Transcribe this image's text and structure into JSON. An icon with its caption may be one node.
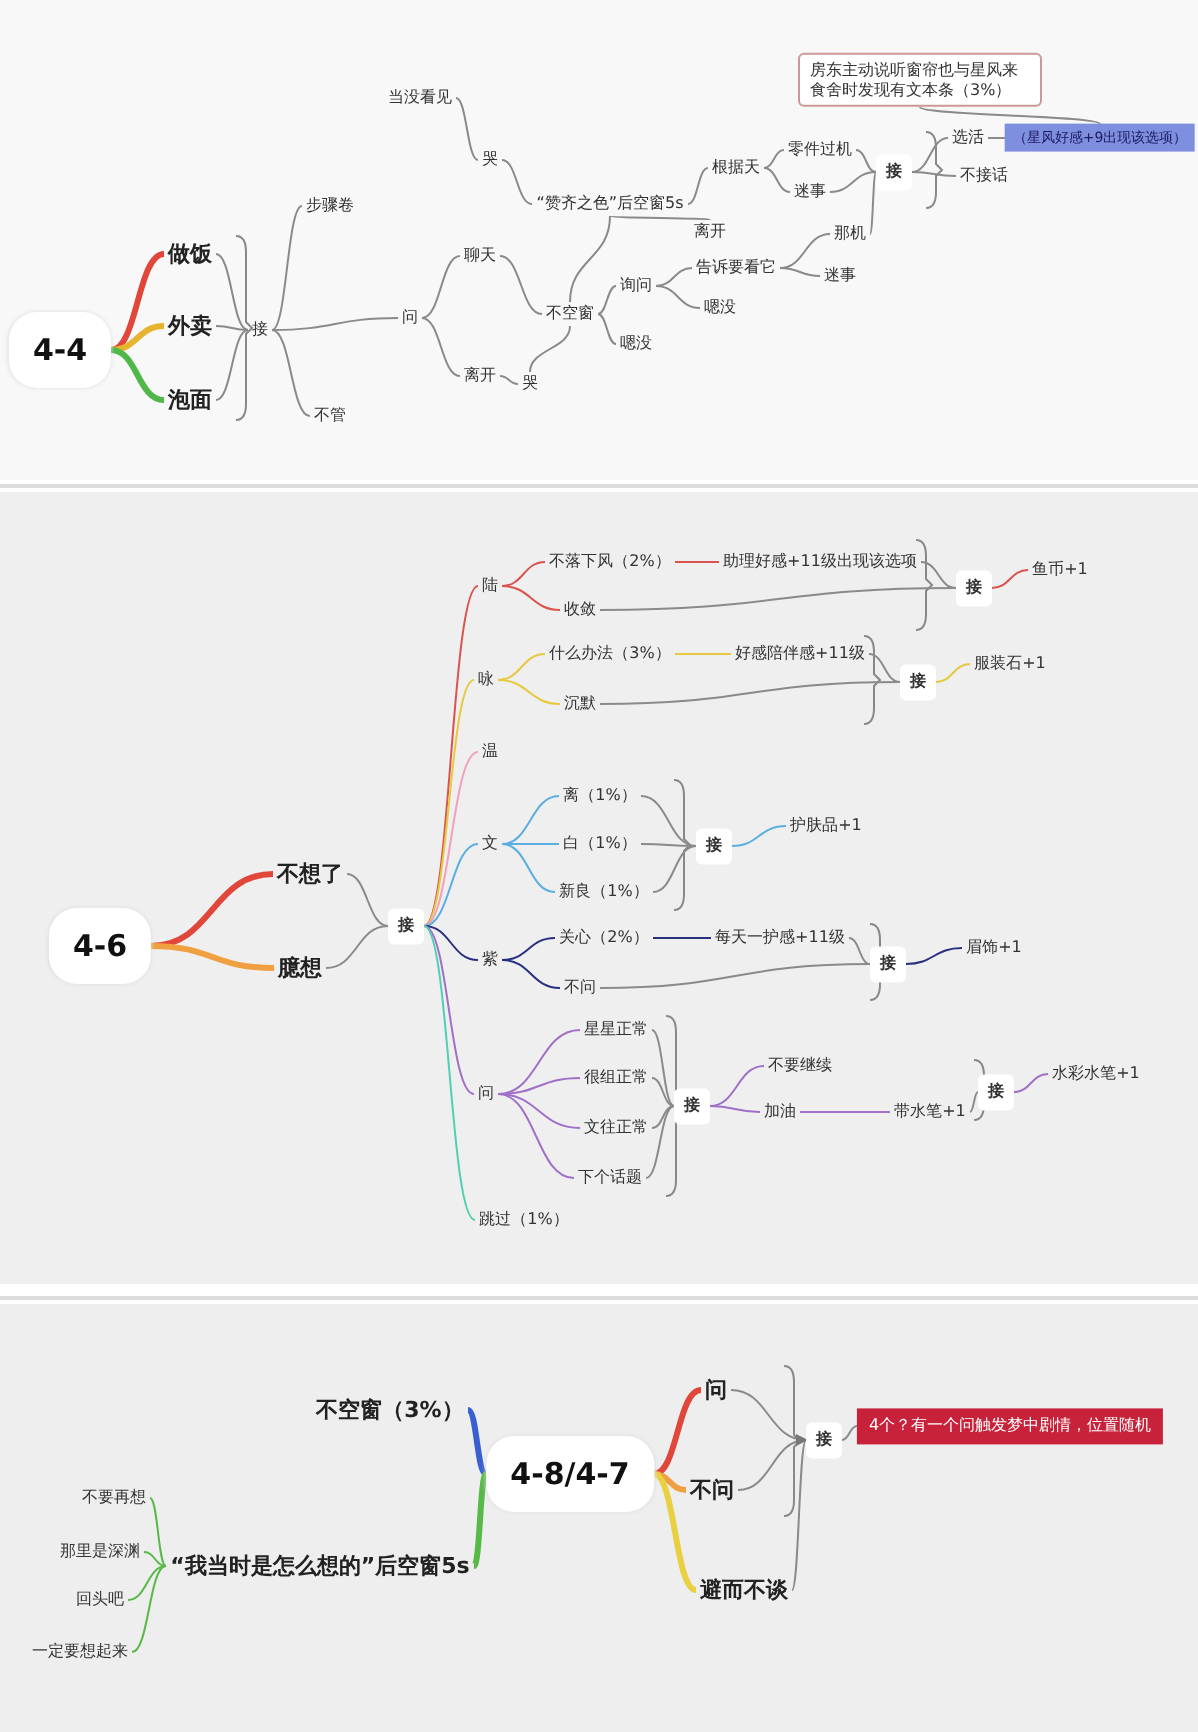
{
  "diagram": {
    "nodes": [
      {
        "text": [
          "4-4"
        ]
      },
      {
        "text": [
          "做饭"
        ]
      },
      {
        "text": [
          "外卖"
        ]
      },
      {
        "text": [
          "泡面"
        ]
      },
      {
        "text": [
          "接"
        ]
      },
      {
        "text": [
          "步骤卷"
        ]
      },
      {
        "text": [
          "不管"
        ]
      },
      {
        "text": [
          "当没看见"
        ]
      },
      {
        "text": [
          "哭"
        ]
      },
      {
        "text": [
          "问"
        ]
      },
      {
        "text": [
          "聊天"
        ]
      },
      {
        "text": [
          "离开"
        ]
      },
      {
        "text": [
          "哭"
        ]
      },
      {
        "text": [
          "不空窗"
        ]
      },
      {
        "text": [
          "“赞齐之色”后空窗5s"
        ]
      },
      {
        "text": [
          "根据天"
        ]
      },
      {
        "text": [
          "离开"
        ]
      },
      {
        "text": [
          "询问"
        ]
      },
      {
        "text": [
          "告诉要看它"
        ]
      },
      {
        "text": [
          "嗯没"
        ]
      },
      {
        "text": [
          "嗯没"
        ]
      },
      {
        "text": [
          "零件过机"
        ]
      },
      {
        "text": [
          "迷事"
        ]
      },
      {
        "text": [
          "那机"
        ]
      },
      {
        "text": [
          "迷事"
        ]
      },
      {
        "text": [
          "接"
        ]
      },
      {
        "text": [
          "选活"
        ]
      },
      {
        "text": [
          "不接话"
        ]
      },
      {
        "text": [
          "房东主动说听窗帘也与星风来食舍时发现有文本条（3%）"
        ]
      },
      {
        "text": [
          "（星风好感+9出现该选项）"
        ]
      },
      {
        "text": [
          "4-6"
        ]
      },
      {
        "text": [
          "不想了"
        ]
      },
      {
        "text": [
          "臆想"
        ]
      },
      {
        "text": [
          "接"
        ]
      },
      {
        "text": [
          "陆"
        ]
      },
      {
        "text": [
          "咏"
        ]
      },
      {
        "text": [
          "温"
        ]
      },
      {
        "text": [
          "文"
        ]
      },
      {
        "text": [
          "紫"
        ]
      },
      {
        "text": [
          "问"
        ]
      },
      {
        "text": [
          "跳过（1%）"
        ]
      },
      {
        "text": [
          "不落下风（2%）"
        ]
      },
      {
        "text": [
          "收敛"
        ]
      },
      {
        "text": [
          "什么办法（3%）"
        ]
      },
      {
        "text": [
          "沉默"
        ]
      },
      {
        "text": [
          "离（1%）"
        ]
      },
      {
        "text": [
          "白（1%）"
        ]
      },
      {
        "text": [
          "新良（1%）"
        ]
      },
      {
        "text": [
          "关心（2%）"
        ]
      },
      {
        "text": [
          "不问"
        ]
      },
      {
        "text": [
          "星星正常"
        ]
      },
      {
        "text": [
          "很组正常"
        ]
      },
      {
        "text": [
          "文往正常"
        ]
      },
      {
        "text": [
          "下个话题"
        ]
      },
      {
        "text": [
          "助理好感+11级出现该选项"
        ]
      },
      {
        "text": [
          "好感陪伴感+11级"
        ]
      },
      {
        "text": [
          "每天一护感+11级"
        ]
      },
      {
        "text": [
          "接"
        ]
      },
      {
        "text": [
          "接"
        ]
      },
      {
        "text": [
          "接"
        ]
      },
      {
        "text": [
          "接"
        ]
      },
      {
        "text": [
          "接"
        ]
      },
      {
        "text": [
          "鱼币+1"
        ]
      },
      {
        "text": [
          "服装石+1"
        ]
      },
      {
        "text": [
          "护肤品+1"
        ]
      },
      {
        "text": [
          "眉饰+1"
        ]
      },
      {
        "text": [
          "不要继续"
        ]
      },
      {
        "text": [
          "加油"
        ]
      },
      {
        "text": [
          "带水笔+1"
        ]
      },
      {
        "text": [
          "接"
        ]
      },
      {
        "text": [
          "水彩水笔+1"
        ]
      },
      {
        "text": [
          "4-8/4-7"
        ]
      },
      {
        "text": [
          "不空窗（3%）"
        ]
      },
      {
        "text": [
          "“我当时是怎么想的”后空窗5s"
        ]
      },
      {
        "text": [
          "不要再想"
        ]
      },
      {
        "text": [
          "那里是深渊"
        ]
      },
      {
        "text": [
          "回头吧"
        ]
      },
      {
        "text": [
          "一定要想起来"
        ]
      },
      {
        "text": [
          "问"
        ]
      },
      {
        "text": [
          "不问"
        ]
      },
      {
        "text": [
          "避而不谈"
        ]
      },
      {
        "text": [
          "接"
        ]
      },
      {
        "text": [
          "4个？有一个问触发梦中剧情，位置随机"
        ]
      }
    ],
    "edges": [
      {
        "from": 0,
        "to": 1,
        "arrow": "none",
        "style": "thick",
        "color": "#e0473a"
      },
      {
        "from": 0,
        "to": 2,
        "arrow": "none",
        "style": "thick",
        "color": "#e8b430"
      },
      {
        "from": 0,
        "to": 3,
        "arrow": "none",
        "style": "thick",
        "color": "#4fb848"
      },
      {
        "from": 1,
        "to": 4,
        "arrow": "none"
      },
      {
        "from": 2,
        "to": 4,
        "arrow": "none"
      },
      {
        "from": 3,
        "to": 4,
        "arrow": "none"
      },
      {
        "from": 4,
        "to": 5,
        "arrow": "none"
      },
      {
        "from": 4,
        "to": 6,
        "arrow": "none"
      },
      {
        "from": 4,
        "to": 9,
        "arrow": "none"
      },
      {
        "from": 9,
        "to": 10,
        "arrow": "none"
      },
      {
        "from": 9,
        "to": 11,
        "arrow": "none"
      },
      {
        "from": 11,
        "to": 12,
        "arrow": "none"
      },
      {
        "from": 10,
        "to": 13,
        "arrow": "none"
      },
      {
        "from": 12,
        "to": 13,
        "arrow": "none"
      },
      {
        "from": 13,
        "to": 14,
        "arrow": "none"
      },
      {
        "from": 14,
        "to": 8,
        "arrow": "none"
      },
      {
        "from": 8,
        "to": 7,
        "arrow": "none"
      },
      {
        "from": 14,
        "to": 15,
        "arrow": "none"
      },
      {
        "from": 14,
        "to": 16,
        "arrow": "none"
      },
      {
        "from": 13,
        "to": 17,
        "arrow": "none"
      },
      {
        "from": 13,
        "to": 20,
        "arrow": "none"
      },
      {
        "from": 17,
        "to": 18,
        "arrow": "none"
      },
      {
        "from": 17,
        "to": 19,
        "arrow": "none"
      },
      {
        "from": 15,
        "to": 21,
        "arrow": "none"
      },
      {
        "from": 15,
        "to": 22,
        "arrow": "none"
      },
      {
        "from": 18,
        "to": 23,
        "arrow": "none"
      },
      {
        "from": 18,
        "to": 24,
        "arrow": "none"
      },
      {
        "from": 23,
        "to": 25,
        "arrow": "none"
      },
      {
        "from": 21,
        "to": 25,
        "arrow": "none"
      },
      {
        "from": 22,
        "to": 25,
        "arrow": "none"
      },
      {
        "from": 25,
        "to": 26,
        "arrow": "none"
      },
      {
        "from": 25,
        "to": 27,
        "arrow": "none"
      },
      {
        "from": 28,
        "to": 29,
        "arrow": "none"
      },
      {
        "from": 26,
        "to": 29,
        "arrow": "none"
      },
      {
        "from": 30,
        "to": 31,
        "arrow": "none",
        "style": "thick",
        "color": "#e0473a"
      },
      {
        "from": 30,
        "to": 32,
        "arrow": "none",
        "style": "thick",
        "color": "#f0a040"
      },
      {
        "from": 31,
        "to": 33,
        "arrow": "none"
      },
      {
        "from": 32,
        "to": 33,
        "arrow": "none"
      },
      {
        "from": 33,
        "to": 34,
        "arrow": "none",
        "color": "#d9534f"
      },
      {
        "from": 33,
        "to": 35,
        "arrow": "none",
        "color": "#e8c840"
      },
      {
        "from": 33,
        "to": 36,
        "arrow": "none",
        "color": "#f0a0c0"
      },
      {
        "from": 33,
        "to": 37,
        "arrow": "none",
        "color": "#5aaee0"
      },
      {
        "from": 33,
        "to": 38,
        "arrow": "none",
        "color": "#2a2f80"
      },
      {
        "from": 33,
        "to": 39,
        "arrow": "none",
        "color": "#a070c8"
      },
      {
        "from": 33,
        "to": 40,
        "arrow": "none",
        "color": "#50d0b0"
      },
      {
        "from": 34,
        "to": 41,
        "arrow": "none",
        "color": "#d9534f"
      },
      {
        "from": 34,
        "to": 42,
        "arrow": "none",
        "color": "#d9534f"
      },
      {
        "from": 35,
        "to": 43,
        "arrow": "none",
        "color": "#e8c840"
      },
      {
        "from": 35,
        "to": 44,
        "arrow": "none",
        "color": "#e8c840"
      },
      {
        "from": 37,
        "to": 45,
        "arrow": "none",
        "color": "#5aaee0"
      },
      {
        "from": 37,
        "to": 46,
        "arrow": "none",
        "color": "#5aaee0"
      },
      {
        "from": 37,
        "to": 47,
        "arrow": "none",
        "color": "#5aaee0"
      },
      {
        "from": 38,
        "to": 48,
        "arrow": "none",
        "color": "#2a2f80"
      },
      {
        "from": 38,
        "to": 49,
        "arrow": "none",
        "color": "#2a2f80"
      },
      {
        "from": 39,
        "to": 50,
        "arrow": "none",
        "color": "#a070c8"
      },
      {
        "from": 39,
        "to": 51,
        "arrow": "none",
        "color": "#a070c8"
      },
      {
        "from": 39,
        "to": 52,
        "arrow": "none",
        "color": "#a070c8"
      },
      {
        "from": 39,
        "to": 53,
        "arrow": "none",
        "color": "#a070c8"
      },
      {
        "from": 41,
        "to": 54,
        "arrow": "none",
        "color": "#d9534f"
      },
      {
        "from": 43,
        "to": 55,
        "arrow": "none",
        "color": "#e8c840"
      },
      {
        "from": 48,
        "to": 56,
        "arrow": "none",
        "color": "#2a2f80"
      },
      {
        "from": 54,
        "to": 57,
        "arrow": "none"
      },
      {
        "from": 42,
        "to": 57,
        "arrow": "none"
      },
      {
        "from": 55,
        "to": 58,
        "arrow": "none"
      },
      {
        "from": 44,
        "to": 58,
        "arrow": "none"
      },
      {
        "from": 45,
        "to": 59,
        "arrow": "none"
      },
      {
        "from": 46,
        "to": 59,
        "arrow": "none"
      },
      {
        "from": 47,
        "to": 59,
        "arrow": "none"
      },
      {
        "from": 56,
        "to": 60,
        "arrow": "none"
      },
      {
        "from": 49,
        "to": 60,
        "arrow": "none"
      },
      {
        "from": 50,
        "to": 61,
        "arrow": "none"
      },
      {
        "from": 51,
        "to": 61,
        "arrow": "none"
      },
      {
        "from": 52,
        "to": 61,
        "arrow": "none"
      },
      {
        "from": 53,
        "to": 61,
        "arrow": "none"
      },
      {
        "from": 57,
        "to": 62,
        "arrow": "none",
        "color": "#d9534f"
      },
      {
        "from": 58,
        "to": 63,
        "arrow": "none",
        "color": "#e8c840"
      },
      {
        "from": 59,
        "to": 64,
        "arrow": "none",
        "color": "#5aaee0"
      },
      {
        "from": 60,
        "to": 65,
        "arrow": "none",
        "color": "#2a2f80"
      },
      {
        "from": 61,
        "to": 66,
        "arrow": "none",
        "color": "#a070c8"
      },
      {
        "from": 61,
        "to": 67,
        "arrow": "none",
        "color": "#a070c8"
      },
      {
        "from": 67,
        "to": 68,
        "arrow": "none",
        "color": "#a070c8"
      },
      {
        "from": 68,
        "to": 69,
        "arrow": "none"
      },
      {
        "from": 69,
        "to": 70,
        "arrow": "none",
        "color": "#a070c8"
      },
      {
        "from": 71,
        "to": 72,
        "arrow": "none",
        "style": "thick",
        "color": "#3a5fd0"
      },
      {
        "from": 71,
        "to": 73,
        "arrow": "none",
        "style": "thick",
        "color": "#58b848"
      },
      {
        "from": 73,
        "to": 74,
        "arrow": "none",
        "color": "#58b848"
      },
      {
        "from": 73,
        "to": 75,
        "arrow": "none",
        "color": "#58b848"
      },
      {
        "from": 73,
        "to": 76,
        "arrow": "none",
        "color": "#58b848"
      },
      {
        "from": 73,
        "to": 77,
        "arrow": "none",
        "color": "#58b848"
      },
      {
        "from": 71,
        "to": 78,
        "arrow": "none",
        "style": "thick",
        "color": "#e0473a"
      },
      {
        "from": 71,
        "to": 79,
        "arrow": "none",
        "style": "thick",
        "color": "#f0a040"
      },
      {
        "from": 71,
        "to": 80,
        "arrow": "none",
        "style": "thick",
        "color": "#e8d040"
      },
      {
        "from": 78,
        "to": 81,
        "arrow": "none"
      },
      {
        "from": 79,
        "to": 81,
        "arrow": "none"
      },
      {
        "from": 81,
        "to": 82,
        "arrow": "none"
      },
      {
        "from": 80,
        "to": 81,
        "arrow": "to"
      }
    ]
  }
}
